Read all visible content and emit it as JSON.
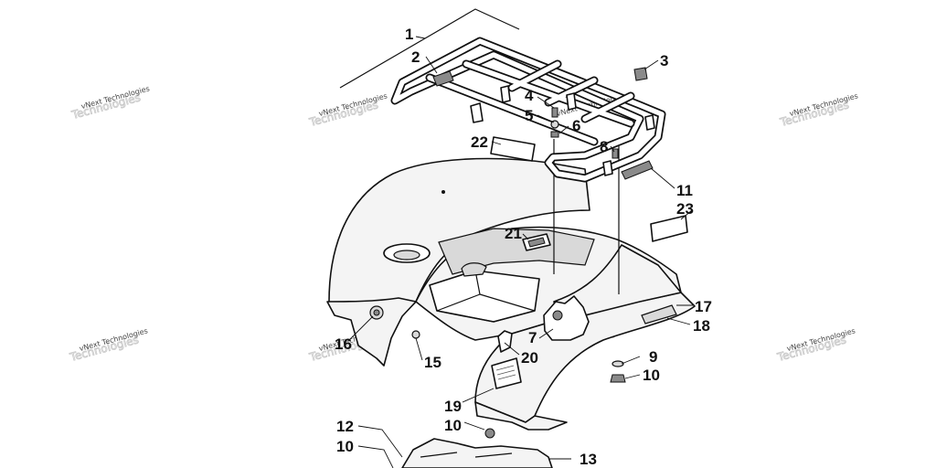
{
  "callouts": [
    "1",
    "2",
    "3",
    "4",
    "5",
    "6",
    "8",
    "11",
    "22",
    "23",
    "21",
    "17",
    "18",
    "7",
    "16",
    "15",
    "20",
    "9",
    "10",
    "19",
    "10",
    "12",
    "10",
    "13"
  ],
  "watermark": "vNext Technologies"
}
